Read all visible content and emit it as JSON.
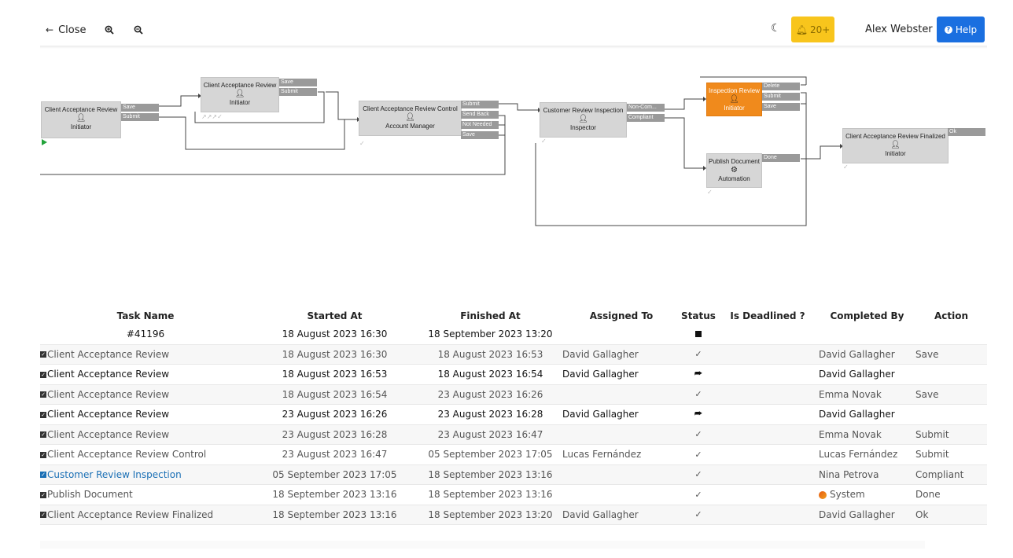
{
  "topbar": {
    "close_label": "Close",
    "notifications": "20+",
    "user_name": "Alex Webster",
    "help_label": "Help"
  },
  "diagram": {
    "nodes": [
      {
        "title": "Client Acceptance Review",
        "role": "Initiator"
      },
      {
        "title": "Client Acceptance Review",
        "role": "Initiator"
      },
      {
        "title": "Client Acceptance Review Control",
        "role": "Account Manager"
      },
      {
        "title": "Customer Review Inspection",
        "role": "Inspector"
      },
      {
        "title": "Inspection Review",
        "role": "Initiator"
      },
      {
        "title": "Publish Document",
        "role": "Automation"
      },
      {
        "title": "Client Acceptance Review Finalized",
        "role": "Initiator"
      }
    ],
    "ports": {
      "n1": [
        "Save",
        "Submit"
      ],
      "n2": [
        "Save",
        "Submit"
      ],
      "n3": [
        "Submit",
        "Send Back",
        "Not Needed",
        "Save"
      ],
      "n4": [
        "Non-Com...",
        "Compliant"
      ],
      "n5": [
        "Delete",
        "Submit",
        "Save"
      ],
      "n6": [
        "Done"
      ],
      "n7": [
        "Ok"
      ]
    },
    "active_color": "#f08a1c"
  },
  "table": {
    "headers": [
      "Task Name",
      "Started At",
      "Finished At",
      "Assigned To",
      "Status",
      "Is Deadlined ?",
      "Completed By",
      "Action"
    ],
    "summary": {
      "name": "#41196",
      "started": "18 August 2023 16:30",
      "finished": "18 September 2023 13:20"
    },
    "rows": [
      {
        "name": "Client Acceptance Review",
        "started": "18 August 2023 16:30",
        "finished": "18 August 2023 16:53",
        "assigned": "David Gallagher",
        "status": "✓",
        "completed": "David Gallagher",
        "action": "Save"
      },
      {
        "name": "Client Acceptance Review",
        "started": "18 August 2023 16:53",
        "finished": "18 August 2023 16:54",
        "assigned": "David Gallagher",
        "status": "⮫",
        "completed": "David Gallagher",
        "action": ""
      },
      {
        "name": "Client Acceptance Review",
        "started": "18 August 2023 16:54",
        "finished": "23 August 2023 16:26",
        "assigned": "",
        "status": "✓",
        "completed": "Emma Novak",
        "action": "Save"
      },
      {
        "name": "Client Acceptance Review",
        "started": "23 August 2023 16:26",
        "finished": "23 August 2023 16:28",
        "assigned": "David Gallagher",
        "status": "⮫",
        "completed": "David Gallagher",
        "action": ""
      },
      {
        "name": "Client Acceptance Review",
        "started": "23 August 2023 16:28",
        "finished": "23 August 2023 16:47",
        "assigned": "",
        "status": "✓",
        "completed": "Emma Novak",
        "action": "Submit"
      },
      {
        "name": "Client Acceptance Review Control",
        "started": "23 August 2023 16:47",
        "finished": "05 September 2023 17:05",
        "assigned": "Lucas Fernández",
        "status": "✓",
        "completed": "Lucas Fernández",
        "action": "Submit"
      },
      {
        "name": "Customer Review Inspection",
        "started": "05 September 2023 17:05",
        "finished": "18 September 2023 13:16",
        "assigned": "",
        "status": "✓",
        "completed": "Nina Petrova",
        "action": "Compliant"
      },
      {
        "name": "Publish Document",
        "started": "18 September 2023 13:16",
        "finished": "18 September 2023 13:16",
        "assigned": "",
        "status": "✓",
        "completed": "System",
        "action": "Done"
      },
      {
        "name": "Client Acceptance Review Finalized",
        "started": "18 September 2023 13:16",
        "finished": "18 September 2023 13:20",
        "assigned": "David Gallagher",
        "status": "✓",
        "completed": "David Gallagher",
        "action": "Ok"
      }
    ]
  }
}
